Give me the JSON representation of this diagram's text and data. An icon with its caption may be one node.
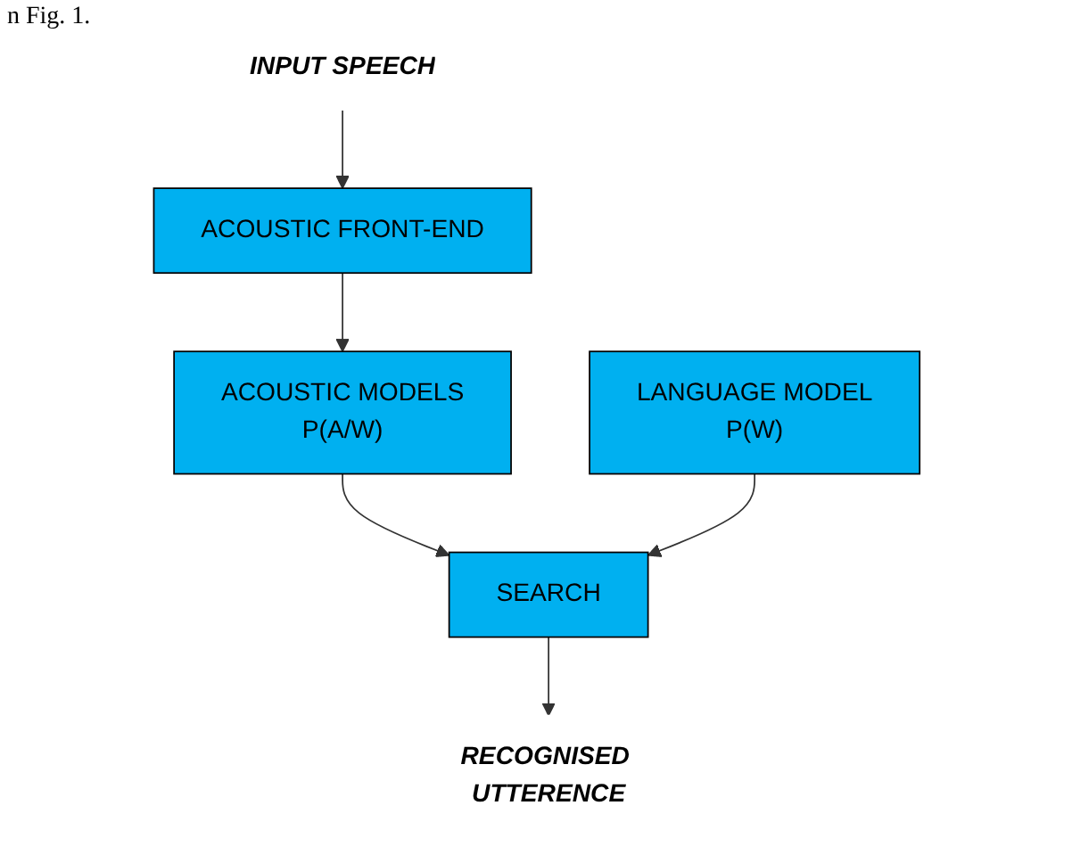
{
  "diagram": {
    "nodes": [
      {
        "text": [
          "INPUT SPEECH"
        ]
      },
      {
        "text": [
          "ACOUSTIC FRONT-END"
        ]
      },
      {
        "text": [
          "ACOUSTIC MODELS",
          "P(A/W)"
        ]
      },
      {
        "text": [
          "LANGUAGE MODEL",
          "P(W)"
        ]
      },
      {
        "text": [
          "SEARCH"
        ]
      },
      {
        "text": [
          "RECOGNISED UTTERENCE"
        ]
      }
    ],
    "edges": [
      {
        "from": 0,
        "to": 1,
        "arrow": "to"
      },
      {
        "from": 1,
        "to": 2,
        "arrow": "to"
      },
      {
        "from": 2,
        "to": 4,
        "arrow": "to"
      },
      {
        "from": 3,
        "to": 4,
        "arrow": "to"
      },
      {
        "from": 4,
        "to": 5,
        "arrow": "to"
      }
    ],
    "labels": [
      "n Fig. 1."
    ]
  }
}
